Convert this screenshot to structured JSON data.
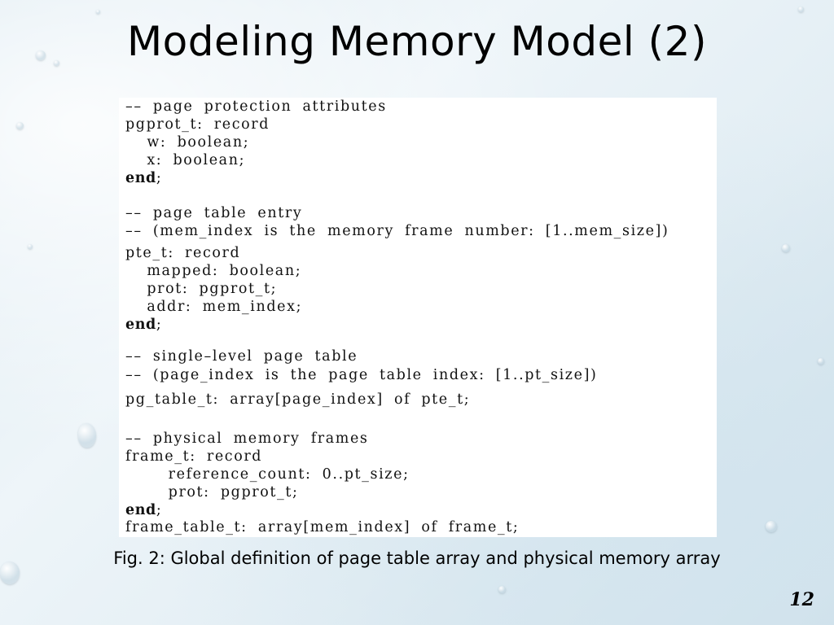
{
  "slide": {
    "title": "Modeling Memory Model (2)",
    "caption": "Fig. 2: Global definition of page table array and physical memory array",
    "page_number": "12"
  },
  "code": {
    "block1": {
      "comment": "–– page protection attributes",
      "line1": "pgprot_t: record",
      "line2": "  w: boolean;",
      "line3": "  x: boolean;",
      "end": "end",
      "end_tail": ";"
    },
    "block2": {
      "comment1": "–– page table entry",
      "comment2": "–– (mem_index is the memory frame number: [1..mem_size])",
      "line1": "pte_t: record",
      "line2": "  mapped: boolean;",
      "line3": "  prot: pgprot_t;",
      "line4": "  addr: mem_index;",
      "end": "end",
      "end_tail": ";"
    },
    "block3": {
      "comment1": "–– single–level page table",
      "comment2": "–– (page_index is the page table index: [1..pt_size])",
      "line1": "pg_table_t: array[page_index] of pte_t;"
    },
    "block4": {
      "comment": "–– physical memory frames",
      "line1": "frame_t: record",
      "line2": "    reference_count: 0..pt_size;",
      "line3": "    prot: pgprot_t;",
      "end": "end",
      "end_tail": ";",
      "line4": "frame_table_t: array[mem_index] of frame_t;"
    }
  }
}
